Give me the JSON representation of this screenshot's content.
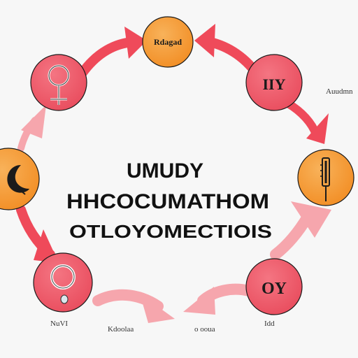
{
  "center": {
    "line1": "UMUDY",
    "line2": "HHCOCUMATHOM",
    "line3": "OTLOYOMECTIOIS"
  },
  "nodes": {
    "top": {
      "label": "Rdagad"
    },
    "top_right": {
      "label": "IIY"
    },
    "bottom_right": {
      "label": "OY"
    }
  },
  "captions": {
    "right": "Auudmn",
    "bottom_left": "NuVI",
    "bottom_center_left": "Kdoolaa",
    "bottom_center_right": "o ooua",
    "bottom_right": "Idd"
  },
  "colors": {
    "red": "#ef5a6a",
    "orange": "#f5a03a",
    "arrow_red": "#ef4a5a",
    "arrow_pink": "#f6a6ad",
    "outline": "#1b1b1b"
  }
}
